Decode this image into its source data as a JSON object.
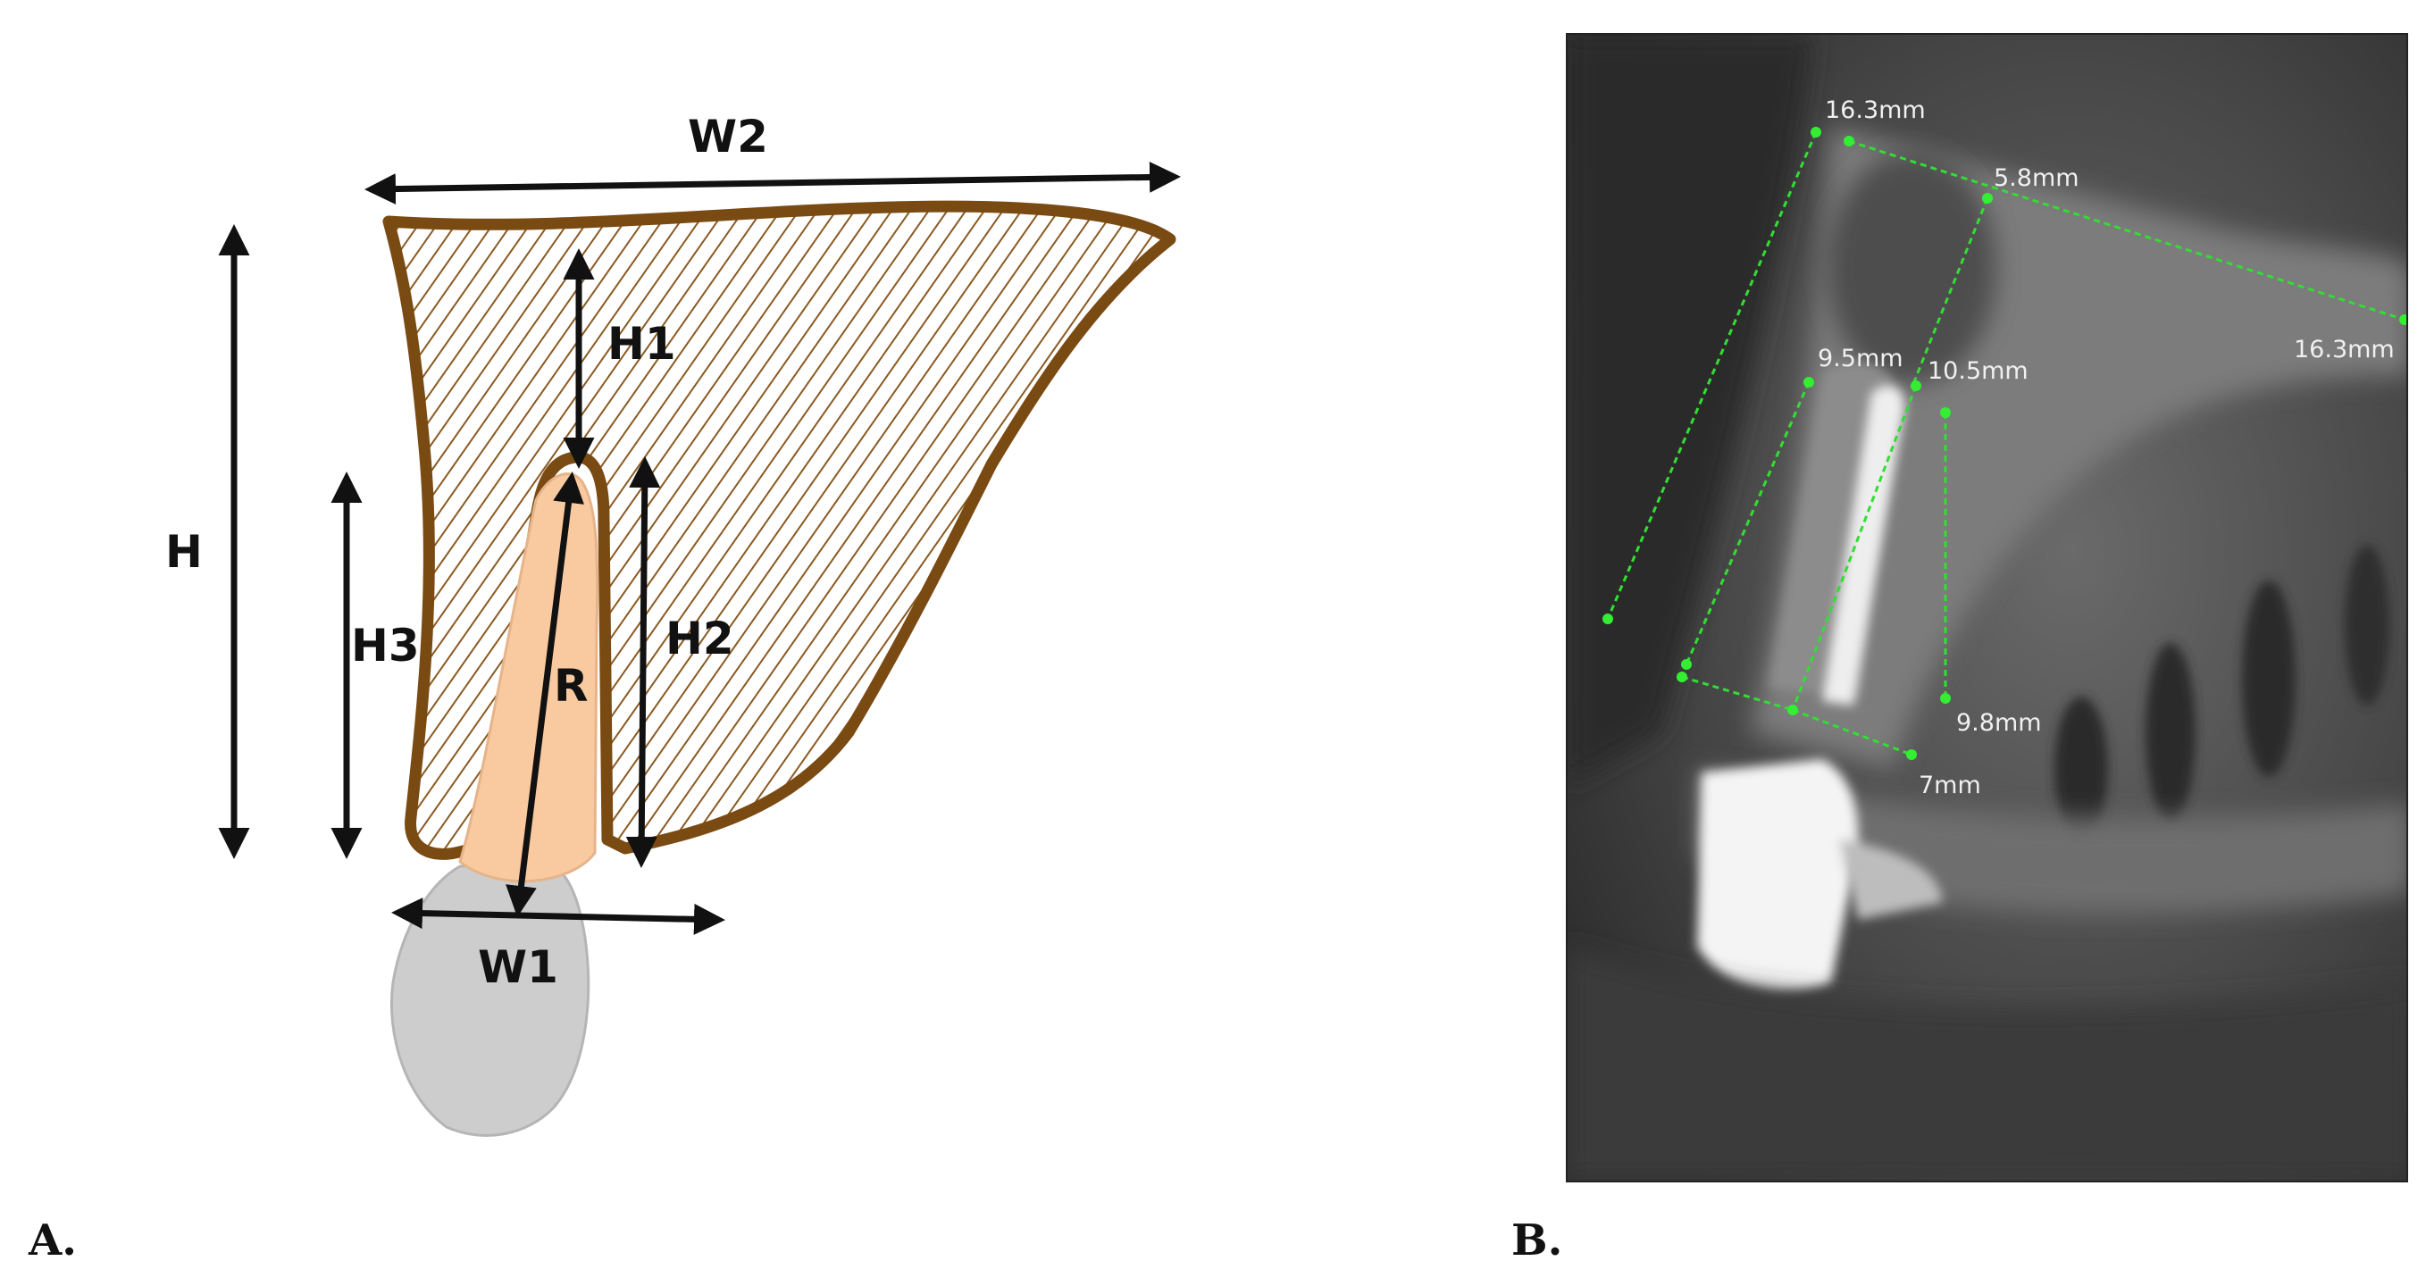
{
  "panels": [
    {
      "id": "A",
      "label": "A."
    },
    {
      "id": "B",
      "label": "B."
    }
  ],
  "diagram_labels": {
    "W2": "W2",
    "H": "H",
    "H1": "H1",
    "H2": "H2",
    "H3": "H3",
    "R": "R",
    "W1": "W1"
  },
  "ct_measurements": [
    {
      "id": "m1",
      "text": "16.3mm"
    },
    {
      "id": "m2",
      "text": "5.8mm"
    },
    {
      "id": "m3",
      "text": "16.3mm"
    },
    {
      "id": "m4",
      "text": "9.5mm"
    },
    {
      "id": "m5",
      "text": "10.5mm"
    },
    {
      "id": "m6",
      "text": "9.8mm"
    },
    {
      "id": "m7",
      "text": "7mm"
    }
  ],
  "colors": {
    "bone_outline": "#7a4a13",
    "root_fill": "#f9caa0",
    "crown_fill": "#cdcdcd",
    "arrow": "#111111",
    "measure_line": "#33dd33"
  }
}
